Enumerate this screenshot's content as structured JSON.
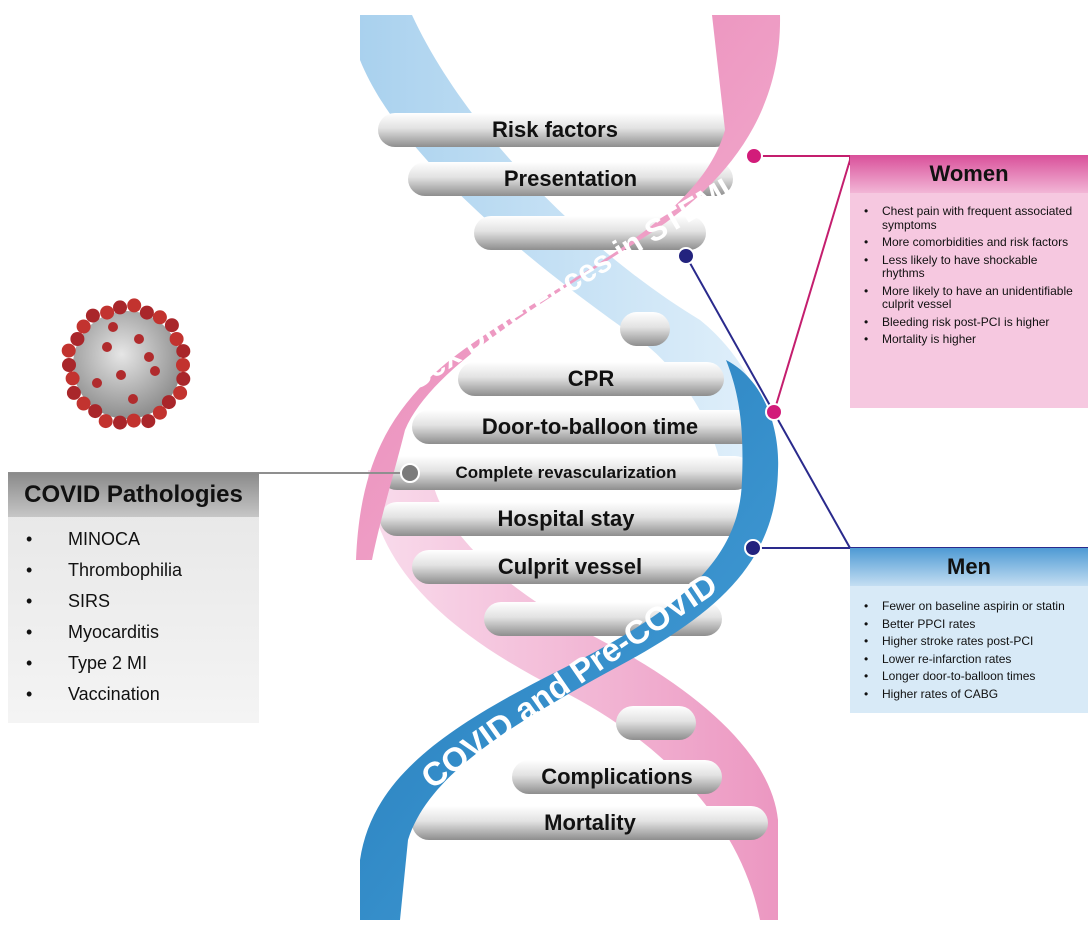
{
  "helix": {
    "strand_labels": {
      "top": "Sex Differences in STEMI",
      "bottom": "COVID and Pre-COVID"
    },
    "rungs": [
      "Risk factors",
      "Presentation",
      "",
      "",
      "CPR",
      "Door-to-balloon time",
      "Complete revascularization",
      "Hospital stay",
      "Culprit vessel",
      "",
      "",
      "Complications",
      "Mortality"
    ]
  },
  "women": {
    "title": "Women",
    "items": [
      "Chest pain with frequent associated symptoms",
      "More comorbidities and risk factors",
      "Less likely to have shockable rhythms",
      "More likely to have an unidentifiable culprit vessel",
      "Bleeding risk post-PCI is higher",
      "Mortality is higher"
    ]
  },
  "men": {
    "title": "Men",
    "items": [
      "Fewer on baseline aspirin or statin",
      "Better PPCI rates",
      "Higher stroke rates post-PCI",
      "Lower re-infarction rates",
      "Longer door-to-balloon times",
      "Higher rates of CABG"
    ]
  },
  "covid": {
    "title": "COVID Pathologies",
    "items": [
      "MINOCA",
      "Thrombophilia",
      "SIRS",
      "Myocarditis",
      "Type 2 MI",
      "Vaccination"
    ]
  },
  "colors": {
    "pink_strand": "#e882b4",
    "blue_strand": "#2f86c4",
    "light_blue_strand": "#bcdcf1",
    "light_pink_strand": "#f5c9df",
    "women_connector": "#c41e6e",
    "men_connector": "#2a2a8c"
  }
}
